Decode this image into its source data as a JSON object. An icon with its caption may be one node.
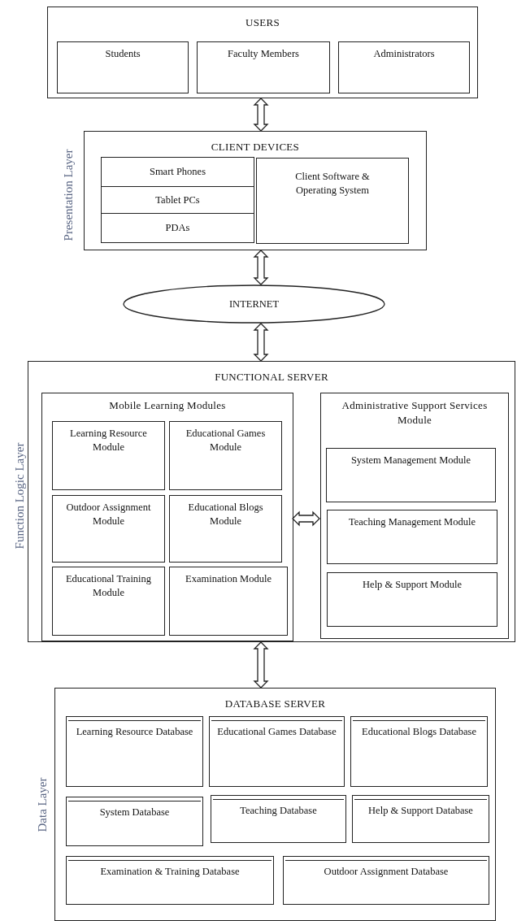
{
  "diagram": {
    "nodes": [
      {
        "text": [
          "USERS"
        ]
      },
      {
        "text": [
          "Students"
        ],
        "in": 0
      },
      {
        "text": [
          "Faculty Members"
        ],
        "in": 0
      },
      {
        "text": [
          "Administrators"
        ],
        "in": 0
      },
      {
        "text": [
          "CLIENT DEVICES"
        ]
      },
      {
        "text": [
          "Smart Phones"
        ],
        "in": 4
      },
      {
        "text": [
          "Tablet PCs"
        ],
        "in": 4
      },
      {
        "text": [
          "PDAs"
        ],
        "in": 4
      },
      {
        "text": [
          "Client Software & Operating System"
        ],
        "in": 4
      },
      {
        "text": [
          "INTERNET"
        ]
      },
      {
        "text": [
          "FUNCTIONAL SERVER"
        ]
      },
      {
        "text": [
          "Mobile Learning Modules"
        ],
        "in": 10
      },
      {
        "text": [
          "Learning Resource Module"
        ],
        "in": 11
      },
      {
        "text": [
          "Educational Games Module"
        ],
        "in": 11
      },
      {
        "text": [
          "Outdoor Assignment Module"
        ],
        "in": 11
      },
      {
        "text": [
          "Educational Blogs Module"
        ],
        "in": 11
      },
      {
        "text": [
          "Educational Training Module"
        ],
        "in": 11
      },
      {
        "text": [
          "Examination Module"
        ],
        "in": 11
      },
      {
        "text": [
          "Administrative Support Services Module"
        ],
        "in": 10
      },
      {
        "text": [
          "System Management Module"
        ],
        "in": 18
      },
      {
        "text": [
          "Teaching Management Module"
        ],
        "in": 18
      },
      {
        "text": [
          "Help & Support Module"
        ],
        "in": 18
      },
      {
        "text": [
          "DATABASE SERVER"
        ]
      },
      {
        "text": [
          "Learning Resource Database"
        ],
        "in": 22
      },
      {
        "text": [
          "Educational Games Database"
        ],
        "in": 22
      },
      {
        "text": [
          "Educational Blogs Database"
        ],
        "in": 22
      },
      {
        "text": [
          "System Database"
        ],
        "in": 22
      },
      {
        "text": [
          "Teaching Database"
        ],
        "in": 22
      },
      {
        "text": [
          "Help & Support Database"
        ],
        "in": 22
      },
      {
        "text": [
          "Examination & Training Database"
        ],
        "in": 22
      },
      {
        "text": [
          "Outdoor Assignment Database"
        ],
        "in": 22
      }
    ],
    "edges": [
      {
        "from": 0,
        "to": 4,
        "arrow": "both"
      },
      {
        "from": 4,
        "to": 9,
        "arrow": "both"
      },
      {
        "from": 9,
        "to": 10,
        "arrow": "both"
      },
      {
        "from": 11,
        "to": 18,
        "arrow": "both"
      },
      {
        "from": 10,
        "to": 22,
        "arrow": "both"
      }
    ],
    "labels": [
      "Presentation Layer",
      "Function Logic Layer",
      "Data Layer"
    ]
  }
}
